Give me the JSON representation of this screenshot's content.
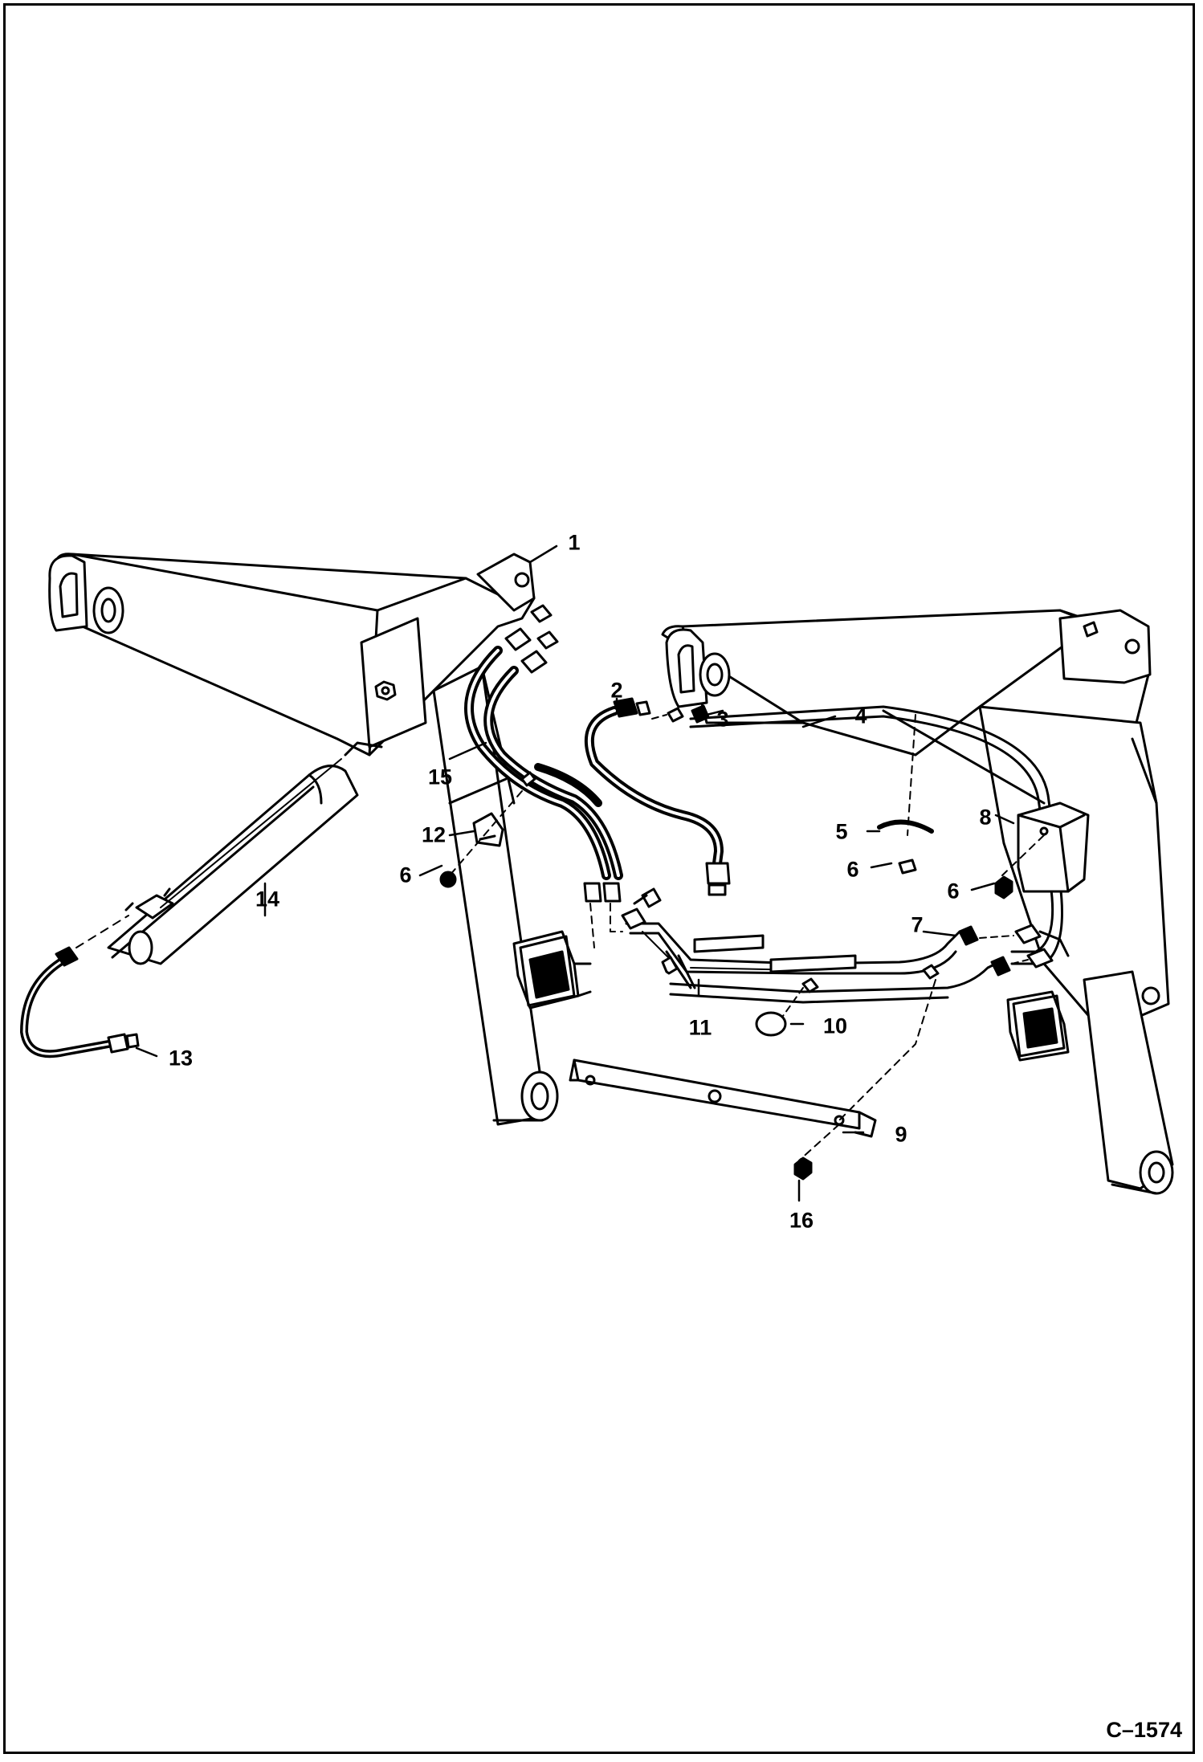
{
  "figure": {
    "code": "C–1574",
    "callouts": [
      {
        "id": "c1",
        "label": "1"
      },
      {
        "id": "c2",
        "label": "2"
      },
      {
        "id": "c3",
        "label": "3"
      },
      {
        "id": "c4",
        "label": "4"
      },
      {
        "id": "c5",
        "label": "5"
      },
      {
        "id": "c6a",
        "label": "6"
      },
      {
        "id": "c6b",
        "label": "6"
      },
      {
        "id": "c6c",
        "label": "6"
      },
      {
        "id": "c7",
        "label": "7"
      },
      {
        "id": "c8",
        "label": "8"
      },
      {
        "id": "c9",
        "label": "9"
      },
      {
        "id": "c10",
        "label": "10"
      },
      {
        "id": "c11",
        "label": "11"
      },
      {
        "id": "c12",
        "label": "12"
      },
      {
        "id": "c13",
        "label": "13"
      },
      {
        "id": "c14",
        "label": "14"
      },
      {
        "id": "c15",
        "label": "15"
      },
      {
        "id": "c16",
        "label": "16"
      }
    ]
  }
}
